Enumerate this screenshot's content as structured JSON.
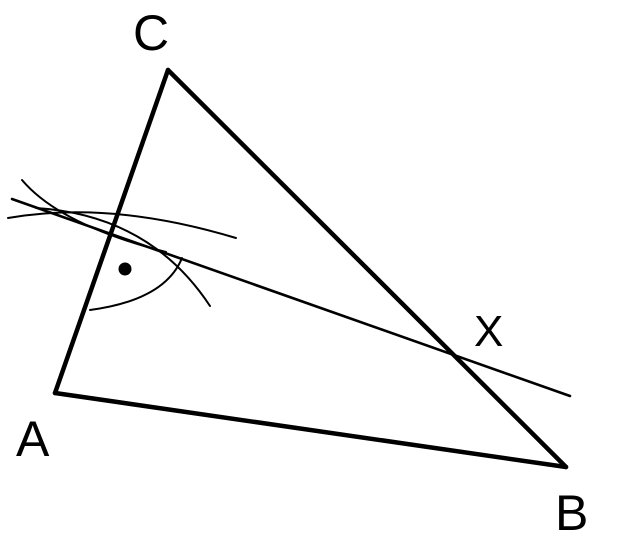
{
  "diagram": {
    "labels": {
      "vertex_c": "C",
      "vertex_a": "A",
      "vertex_b": "B",
      "point_x": "X"
    },
    "stroke_color": "#000000",
    "background_color": "#ffffff"
  }
}
